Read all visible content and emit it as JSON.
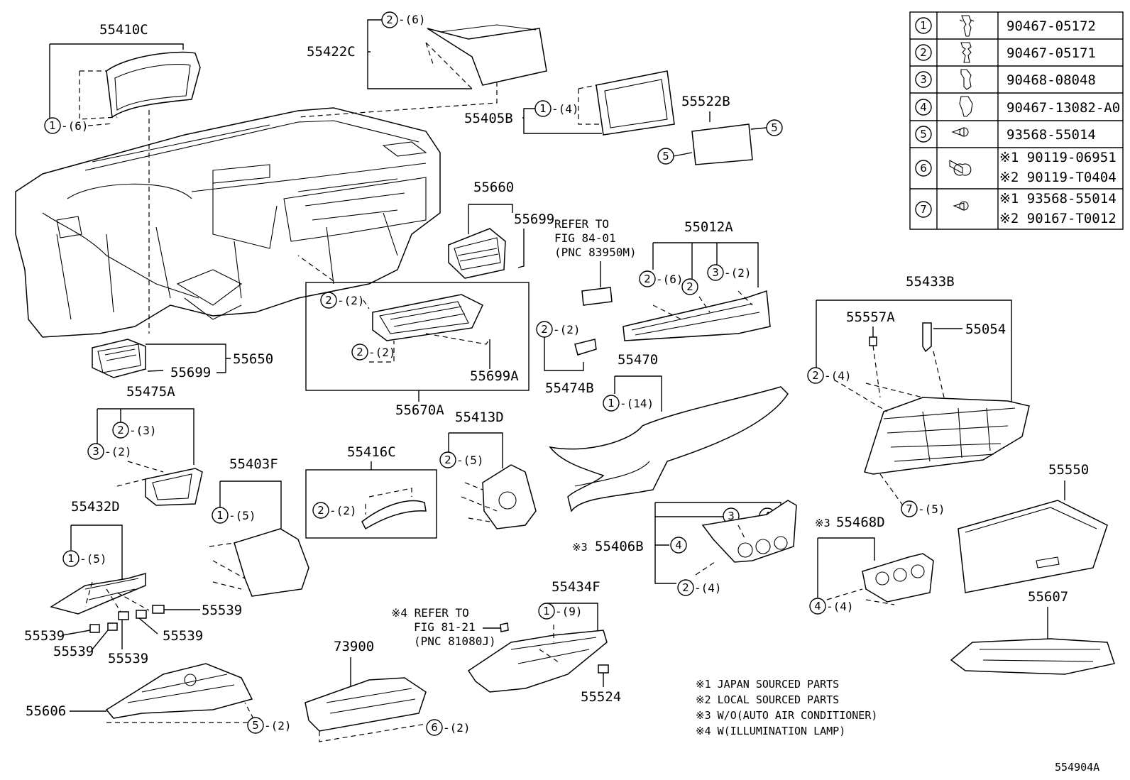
{
  "parts": {
    "p55410C": "55410C",
    "p55422C": "55422C",
    "p55405B": "55405B",
    "p55522B": "55522B",
    "p55660": "55660",
    "p55699a": "55699",
    "p55699b": "55699",
    "p55650": "55650",
    "p55012A": "55012A",
    "p55433B": "55433B",
    "p55557A": "55557A",
    "p55054": "55054",
    "p55699A": "55699A",
    "p55670A": "55670A",
    "p55474B": "55474B",
    "p55470": "55470",
    "p55475A": "55475A",
    "p55413D": "55413D",
    "p55416C": "55416C",
    "p55403F": "55403F",
    "p55432D": "55432D",
    "p55550": "55550",
    "p55406B": "55406B",
    "p55468D": "55468D",
    "p55434F": "55434F",
    "p55607": "55607",
    "p55539a": "55539",
    "p55539b": "55539",
    "p55539c": "55539",
    "p55539d": "55539",
    "p55539e": "55539",
    "p73900": "73900",
    "p55524": "55524",
    "p55606": "55606"
  },
  "qty": {
    "q6": "-(6)",
    "q4": "-(4)",
    "q2": "-(2)",
    "q3": "-(3)",
    "q5": "-(5)",
    "q9": "-(9)",
    "q14": "-(14)"
  },
  "refs": {
    "ref1_line1": "REFER TO",
    "ref1_line2": "FIG 84-01",
    "ref1_line3": "(PNC 83950M)",
    "ref2_line1": "※4 REFER TO",
    "ref2_line2": "FIG 81-21",
    "ref2_line3": "(PNC 81080J)",
    "note3_prefix": "※3"
  },
  "legend": [
    {
      "num": "1",
      "part": "90467-05172"
    },
    {
      "num": "2",
      "part": "90467-05171"
    },
    {
      "num": "3",
      "part": "90468-08048"
    },
    {
      "num": "4",
      "part": "90467-13082-A0"
    },
    {
      "num": "5",
      "part": "93568-55014"
    },
    {
      "num": "6",
      "part": "※1 90119-06951",
      "part2": "※2 90119-T0404"
    },
    {
      "num": "7",
      "part": "※1 93568-55014",
      "part2": "※2 90167-T0012"
    }
  ],
  "notes": [
    "※1 JAPAN SOURCED PARTS",
    "※2 LOCAL SOURCED PARTS",
    "※3 W/O(AUTO AIR CONDITIONER)",
    "※4 W(ILLUMINATION LAMP)"
  ],
  "diagram_id": "554904A"
}
